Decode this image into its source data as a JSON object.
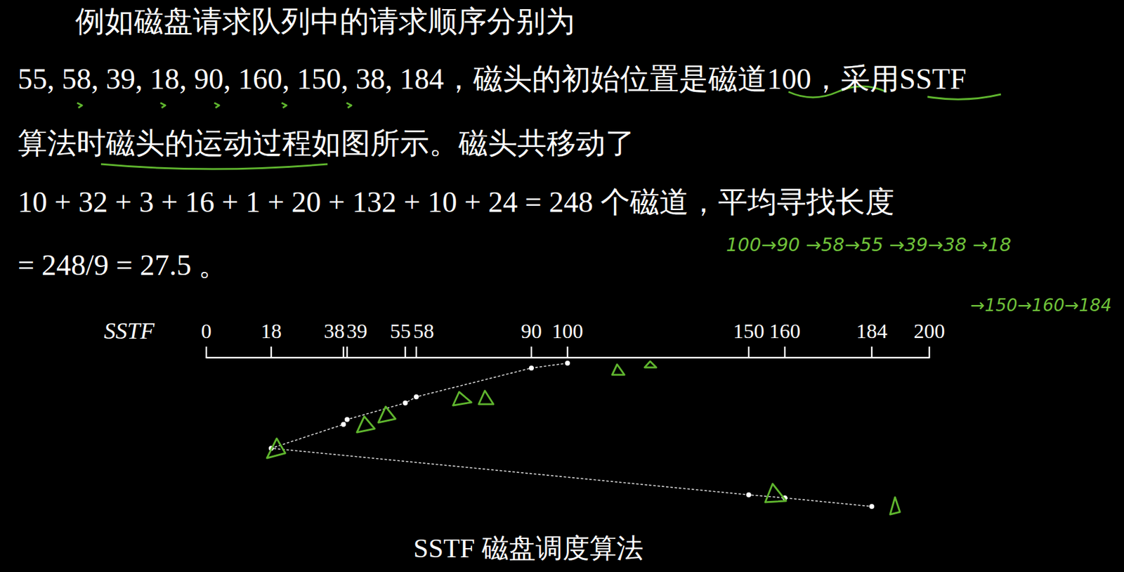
{
  "diagram": {
    "caption": "SSTF 磁盘调度算法",
    "labels": [
      "例如磁盘请求队列中的请求顺序分别为",
      "55, 58, 39, 18, 90, 160, 150, 38, 184，磁头的初始位置是磁道100，采用SSTF",
      "算法时磁头的运动过程如图所示。磁头共移动了",
      "10 + 32 + 3 + 16 + 1 + 20 + 132 + 10 + 24 = 248 个磁道，平均寻找长度",
      "= 248/9 = 27.5 。",
      "SSTF",
      "0",
      "18",
      "38",
      "39",
      "55",
      "58",
      "90",
      "100",
      "150",
      "160",
      "184",
      "200",
      "100→90 →58→55 →39→38 →18",
      "→150→160→184"
    ]
  }
}
